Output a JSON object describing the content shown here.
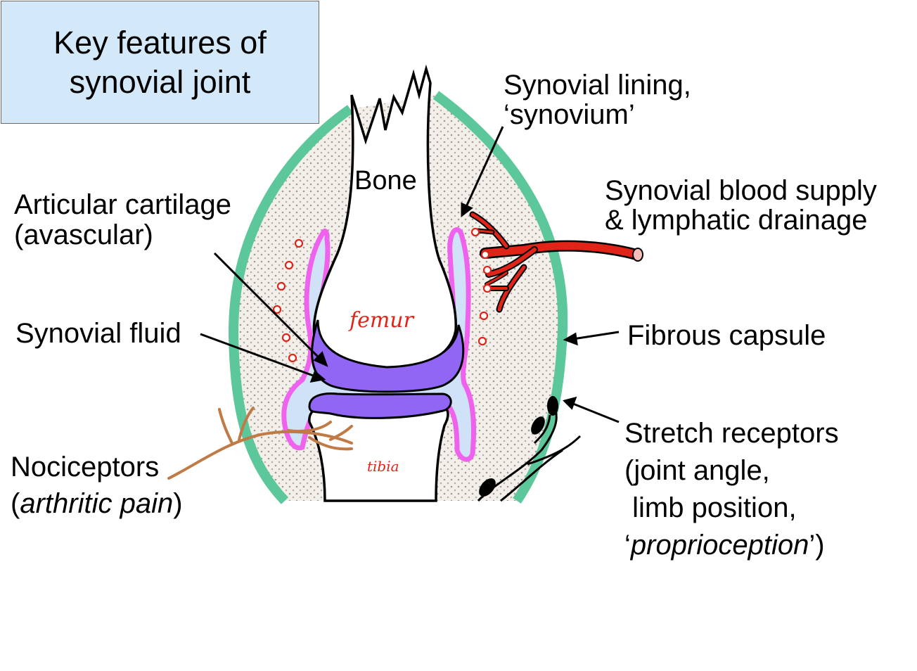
{
  "title": {
    "line1": "Key features of",
    "line2": "synovial joint"
  },
  "labels": {
    "bone": "Bone",
    "synovial_lining_1": "Synovial lining,",
    "synovial_lining_2": "‘synovium’",
    "blood_supply_1": "Synovial blood supply",
    "blood_supply_2": "& lymphatic drainage",
    "articular_cartilage_1": "Articular cartilage",
    "articular_cartilage_2": "(avascular)",
    "synovial_fluid": "Synovial fluid",
    "fibrous_capsule": "Fibrous capsule",
    "stretch_1": "Stretch receptors",
    "stretch_2": "(joint angle,",
    "stretch_3": " limb position,",
    "stretch_4_pre": "‘",
    "stretch_4_it": "proprioception",
    "stretch_4_post": "’)",
    "nociceptors_1": "Nociceptors",
    "nociceptors_2_pre": "(",
    "nociceptors_2_it": "arthritic pain",
    "nociceptors_2_post": ")",
    "hand_femur": "femur",
    "hand_tibia": "tibia"
  },
  "colors": {
    "capsule": "#5bc79a",
    "stipple_bg": "#ece7e1",
    "synovium": "#ee62ee",
    "fluid": "#cfe2f7",
    "cartilage": "#9166f4",
    "vessel": "#e02417",
    "nerve": "#c07a46",
    "handwriting": "#e0282a",
    "title_bg": "#d3e8f8"
  }
}
